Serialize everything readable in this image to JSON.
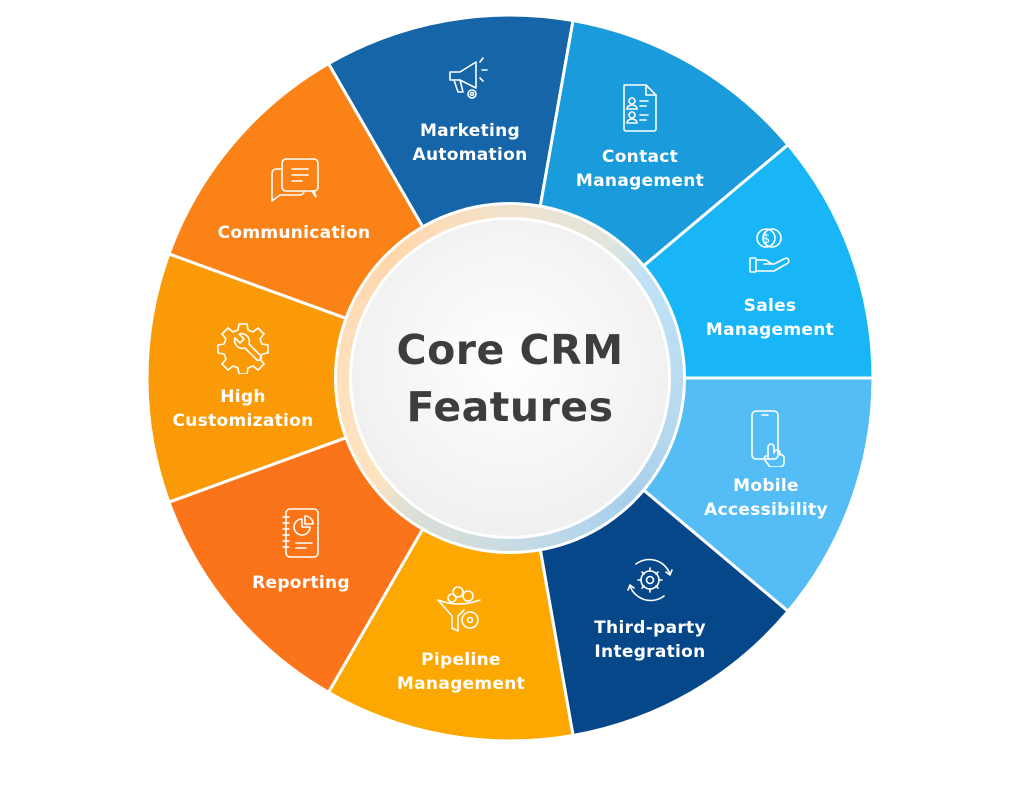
{
  "diagram": {
    "type": "radial-feature-wheel",
    "center": {
      "line1": "Core CRM",
      "line2": "Features",
      "color": "#3d3d3d"
    },
    "segments": [
      {
        "id": "marketing-automation",
        "line1": "Marketing",
        "line2": "Automation",
        "color": "#1565a8",
        "icon": "megaphone-gear-icon"
      },
      {
        "id": "contact-management",
        "line1": "Contact",
        "line2": "Management",
        "color": "#1a9bdb",
        "icon": "contact-document-icon"
      },
      {
        "id": "sales-management",
        "line1": "Sales",
        "line2": "Management",
        "color": "#18b6f6",
        "icon": "hand-coins-icon"
      },
      {
        "id": "mobile-accessibility",
        "line1": "Mobile",
        "line2": "Accessibility",
        "color": "#55bdf5",
        "icon": "phone-tap-icon"
      },
      {
        "id": "third-party-integration",
        "line1": "Third-party",
        "line2": "Integration",
        "color": "#06478a",
        "icon": "gear-sync-icon"
      },
      {
        "id": "pipeline-management",
        "line1": "Pipeline",
        "line2": "Management",
        "color": "#fda800",
        "icon": "funnel-gear-icon"
      },
      {
        "id": "reporting",
        "line1": "Reporting",
        "line2": "",
        "color": "#fc7419",
        "icon": "report-pie-icon"
      },
      {
        "id": "high-customization",
        "line1": "High",
        "line2": "Customization",
        "color": "#fb9a07",
        "icon": "gear-wrench-icon"
      },
      {
        "id": "communication",
        "line1": "Communication",
        "line2": "",
        "color": "#fa8217",
        "icon": "chat-bubbles-icon"
      }
    ],
    "ring_gradient": {
      "warm": "#ffd9a8",
      "cool": "#a9d8f5"
    }
  }
}
